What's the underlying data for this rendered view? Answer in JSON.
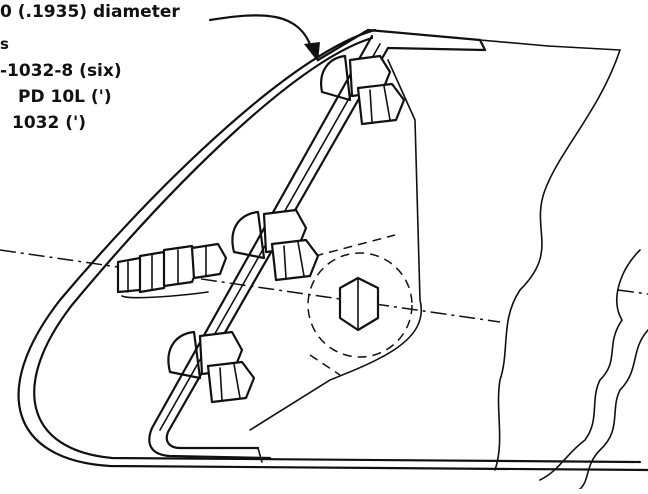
{
  "callouts": [
    "0 (.1935) diameter",
    "s",
    "-1032-8 (six)",
    "PD 10L (')",
    "1032 (')"
  ]
}
